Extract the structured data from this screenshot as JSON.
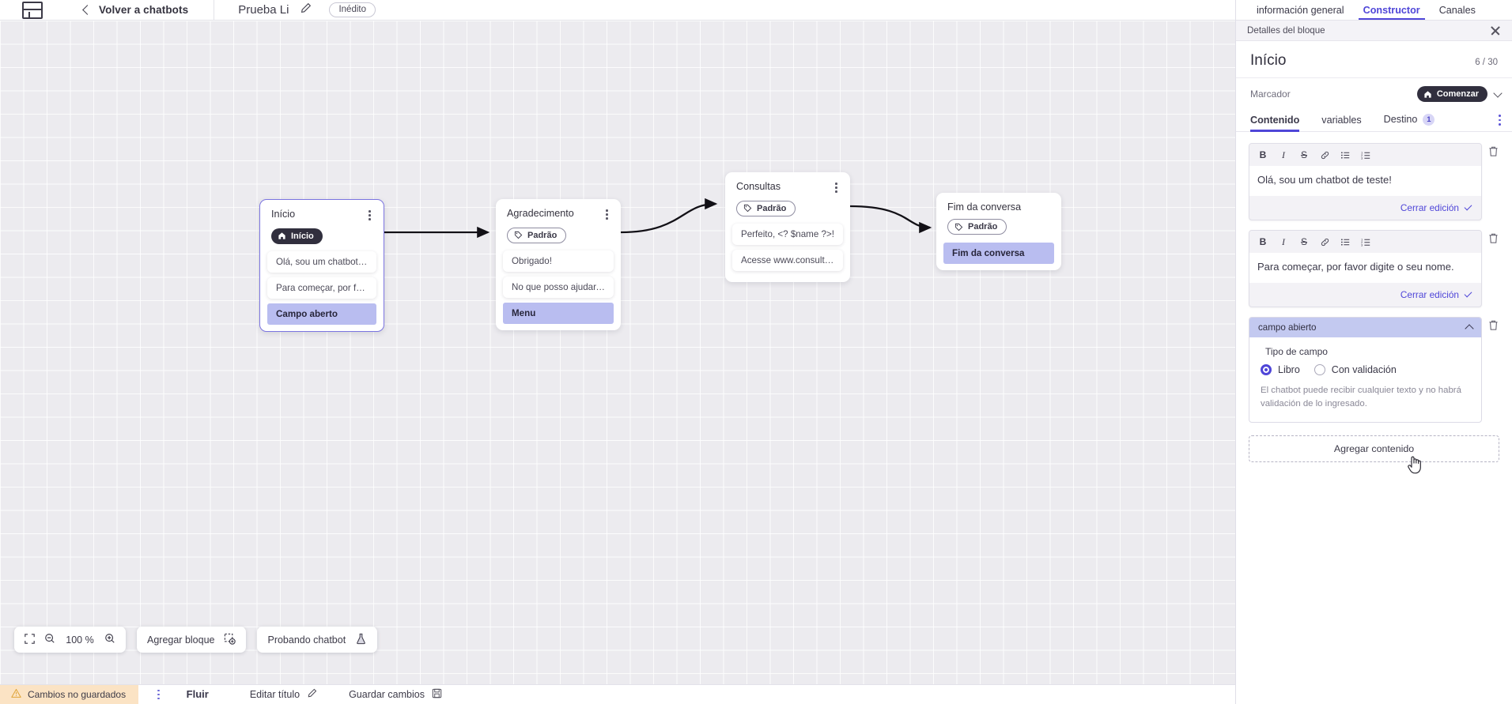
{
  "topbar": {
    "logo_icon": "app-logo-icon",
    "back_icon": "chevron-left-icon",
    "back_label": "Volver a chatbots",
    "doc_title": "Prueba Li",
    "edit_icon": "pencil-icon",
    "status_badge": "Inédito"
  },
  "canvas": {
    "nodes": [
      {
        "title": "Início",
        "tag": "Início",
        "tag_style": "dark",
        "tag_icon": "home-icon",
        "messages": [
          "Olá, sou um chatbot de teste!",
          "Para começar, por favor digite o ..."
        ],
        "highlight": "Campo aberto"
      },
      {
        "title": "Agradecimento",
        "tag": "Padrão",
        "tag_style": "outline",
        "tag_icon": "tag-icon",
        "messages": [
          "Obrigado!",
          "No que posso ajudar, <? $name ..."
        ],
        "highlight": "Menu"
      },
      {
        "title": "Consultas",
        "tag": "Padrão",
        "tag_style": "outline",
        "tag_icon": "tag-icon",
        "messages": [
          "Perfeito, <? $name ?>!",
          "Acesse www.consultas.com par..."
        ],
        "highlight": ""
      },
      {
        "title": "Fim da conversa",
        "tag": "Padrão",
        "tag_style": "outline",
        "tag_icon": "tag-icon",
        "messages": [],
        "highlight": "Fim da conversa"
      }
    ],
    "toolbar": {
      "fit_icon": "fit-screen-icon",
      "zoom_out_icon": "zoom-out-icon",
      "zoom_level": "100 %",
      "zoom_in_icon": "zoom-in-icon",
      "add_block_label": "Agregar bloque",
      "add_block_icon": "add-block-icon",
      "test_label": "Probando chatbot",
      "test_icon": "flask-icon"
    }
  },
  "statusbar": {
    "warning_icon": "warning-icon",
    "unsaved_label": "Cambios no guardados",
    "kebab_icon": "kebab-menu-icon",
    "flow_tab": "Fluir",
    "edit_title_label": "Editar título",
    "edit_title_icon": "pencil-icon",
    "save_label": "Guardar cambios",
    "save_icon": "save-disk-icon"
  },
  "panel": {
    "tabs": [
      {
        "label": "información general",
        "active": false
      },
      {
        "label": "Constructor",
        "active": true
      },
      {
        "label": "Canales",
        "active": false
      }
    ],
    "subheader": "Detalles del bloque",
    "close_icon": "close-icon",
    "block_title": "Início",
    "block_count": "6 / 30",
    "marker_label": "Marcador",
    "marker_pill": "Comenzar",
    "marker_pill_icon": "home-icon",
    "marker_chevron_icon": "chevron-down-icon",
    "inner_tabs": [
      {
        "label": "Contenido",
        "active": true,
        "badge": ""
      },
      {
        "label": "variables",
        "active": false,
        "badge": ""
      },
      {
        "label": "Destino",
        "active": false,
        "badge": "1"
      }
    ],
    "inner_kebab_icon": "kebab-menu-icon",
    "editor_toolbar": [
      "B",
      "I",
      "S",
      "link-icon",
      "bullet-list-icon",
      "numbered-list-icon"
    ],
    "editors": [
      {
        "text": "Olá, sou um chatbot de teste!",
        "close_label": "Cerrar edición",
        "delete_icon": "trash-icon"
      },
      {
        "text": "Para começar, por favor digite o seu nome.",
        "close_label": "Cerrar edición",
        "delete_icon": "trash-icon"
      }
    ],
    "field_block": {
      "header": "campo abierto",
      "collapse_icon": "chevron-up-icon",
      "delete_icon": "trash-icon",
      "type_label": "Tipo de campo",
      "options": [
        {
          "label": "Libro",
          "selected": true
        },
        {
          "label": "Con validación",
          "selected": false
        }
      ],
      "help": "El chatbot puede recibir cualquier texto y no habrá validación de lo ingresado."
    },
    "add_content_label": "Agregar contenido"
  },
  "colors": {
    "accent": "#4f46d8",
    "highlight": "#b9bdf0",
    "warning_bg": "#fbe3c4",
    "dark_pill": "#312f3e",
    "field_header": "#c3c9f0"
  }
}
